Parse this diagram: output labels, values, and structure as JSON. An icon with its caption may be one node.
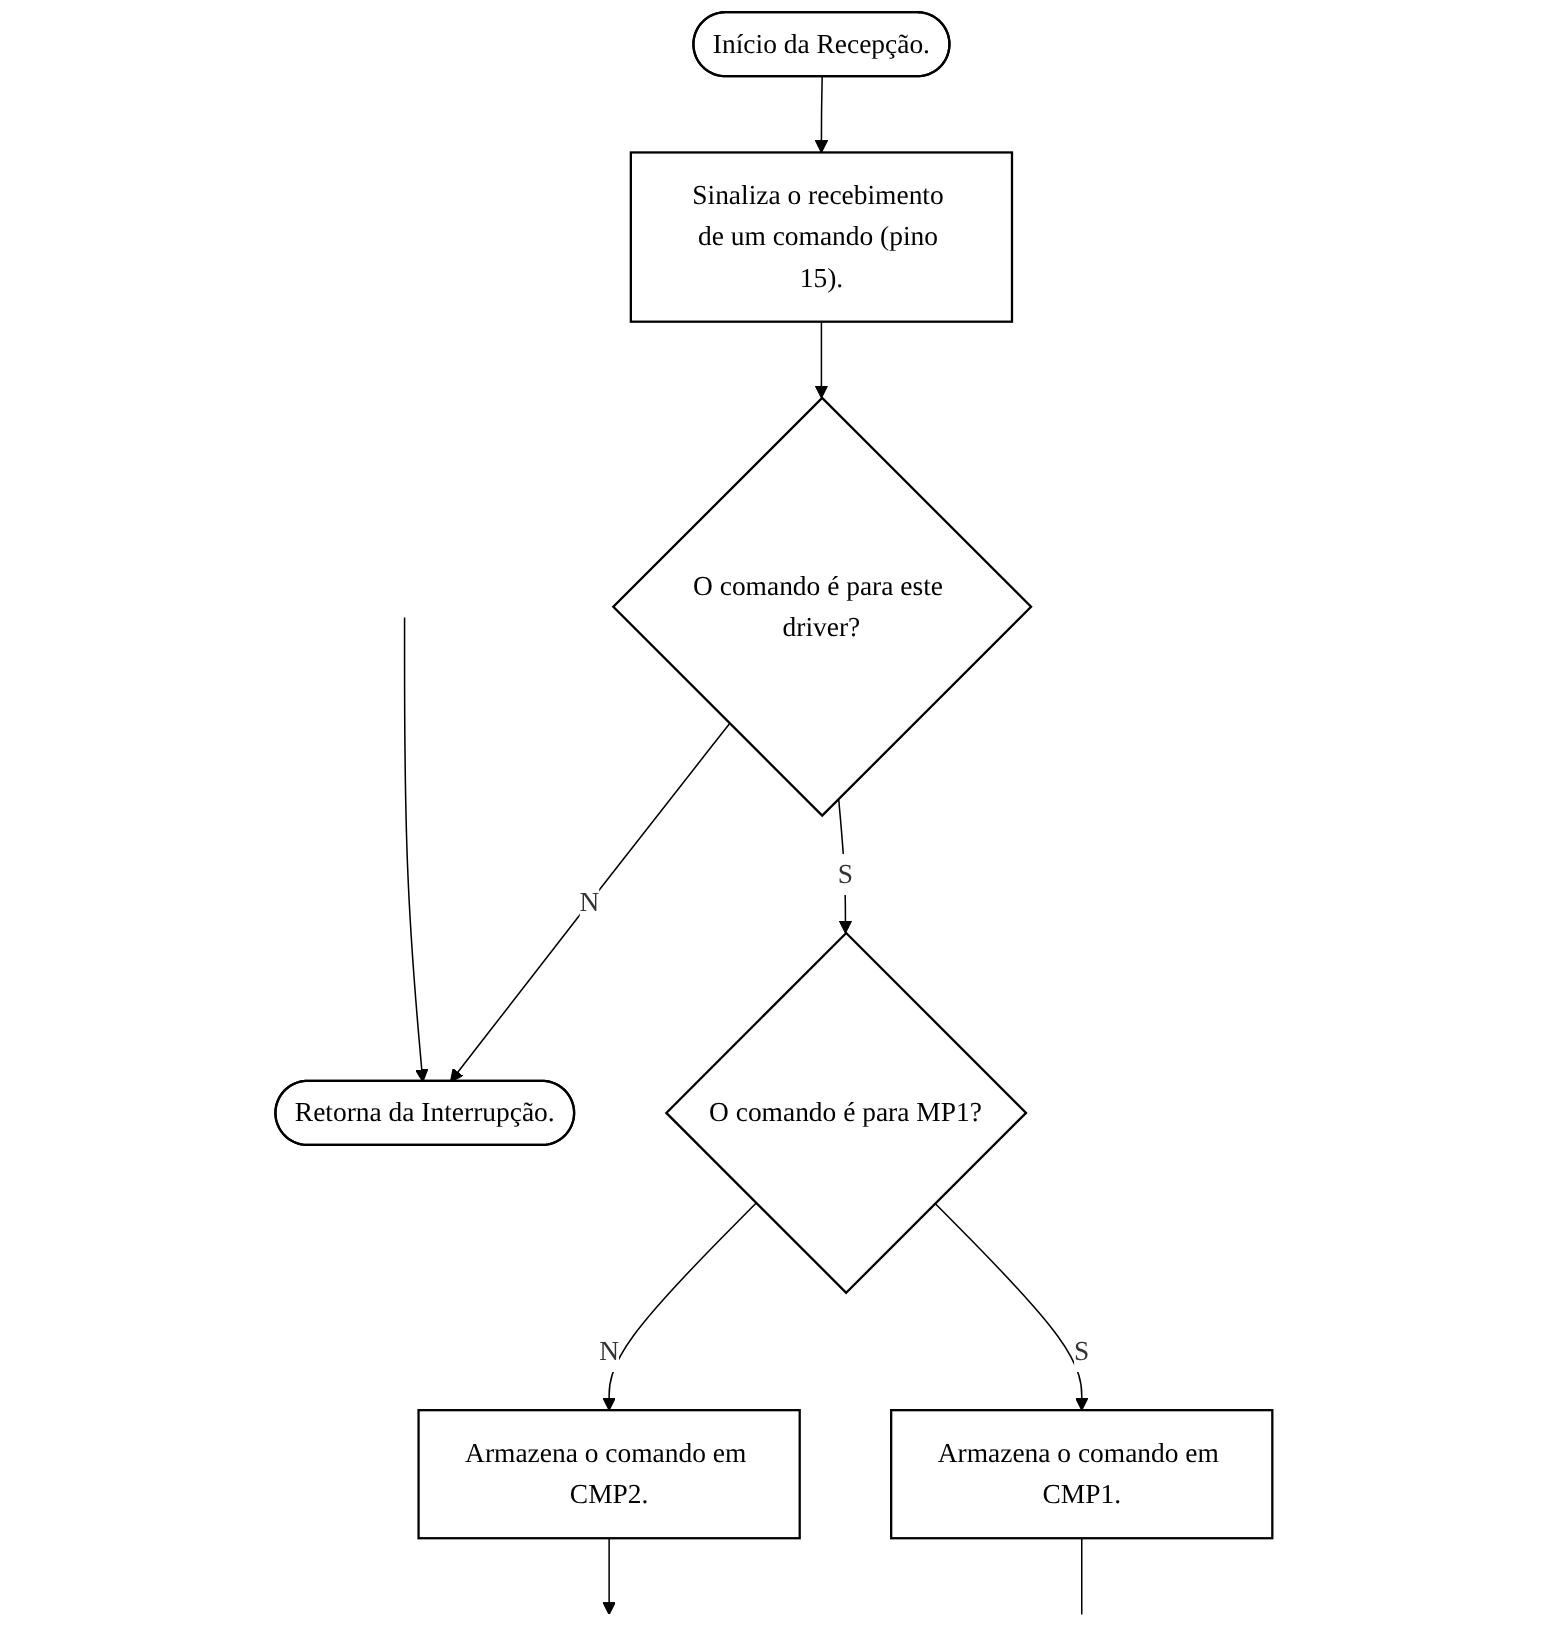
{
  "diagram": {
    "nodes": [
      {
        "text": [
          "Início da Recepção."
        ]
      },
      {
        "text": [
          "Sinaliza o recebimento de um comando (pino 15)."
        ]
      },
      {
        "text": [
          "O comando é para este driver?"
        ]
      },
      {
        "text": [
          "Retorna da Interrupção."
        ]
      },
      {
        "text": [
          "O comando é para MP1?"
        ]
      },
      {
        "text": [
          "Armazena o comando em CMP2."
        ]
      },
      {
        "text": [
          "Armazena o comando em CMP1."
        ]
      }
    ],
    "edges": [
      {
        "from": 0,
        "to": 1,
        "arrow": "to"
      },
      {
        "from": 1,
        "to": 2,
        "arrow": "to"
      },
      {
        "from": 2,
        "to": 3,
        "label": "N",
        "arrow": "to"
      },
      {
        "from": 2,
        "to": 4,
        "label": "S",
        "arrow": "to"
      },
      {
        "from": 4,
        "to": 5,
        "label": "N",
        "arrow": "to"
      },
      {
        "from": 4,
        "to": 6,
        "label": "S",
        "arrow": "to"
      },
      {
        "from": 5,
        "to": null,
        "arrow": "to"
      },
      {
        "from": 6,
        "to": null,
        "arrow": "none"
      },
      {
        "from": null,
        "to": 3,
        "arrow": "to"
      }
    ]
  }
}
